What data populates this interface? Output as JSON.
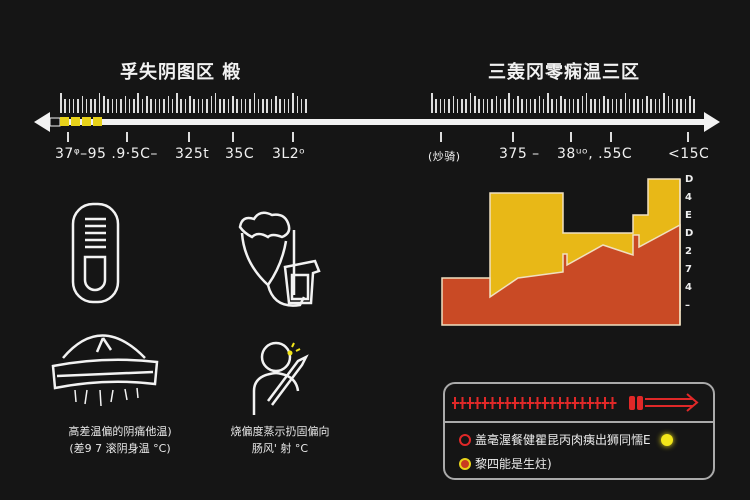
{
  "left_panel": {
    "title": "孚失阴图区 椴",
    "scale_labels": [
      "37ᵠ–95 .9·5C–",
      "325t",
      "35C",
      "3L2ᵒ"
    ],
    "icon_caption_left": [
      "高差温偏的阴痛他温)",
      "(差9 7 滚阴身温 °C)"
    ],
    "icon_caption_right": [
      "烧偏度蒸示扔固偏向",
      "肠风' 射 °C"
    ]
  },
  "right_panel": {
    "title": "三轰冈零痫温三区",
    "scale_labels": [
      "(炒骑)",
      "375 –",
      "38ᵘᵒ, .55C",
      "<15C"
    ],
    "chart_axis_labels": [
      "D",
      "4",
      "E",
      "D",
      "2",
      "7",
      "4",
      "–"
    ],
    "legend": {
      "items": [
        {
          "text": "盖亳渥餐健瞿昆丙肉痍出狮同懦E",
          "icon": "red-circle-icon"
        },
        {
          "text": "黎四能是生炷)",
          "icon": "yellow-circle-icon"
        }
      ]
    }
  },
  "colors": {
    "background": "#151515",
    "yellow": "#e8b817",
    "orange_red": "#c94a25",
    "alert_red": "#e02828",
    "indicator_yellow": "#f2e61a"
  }
}
